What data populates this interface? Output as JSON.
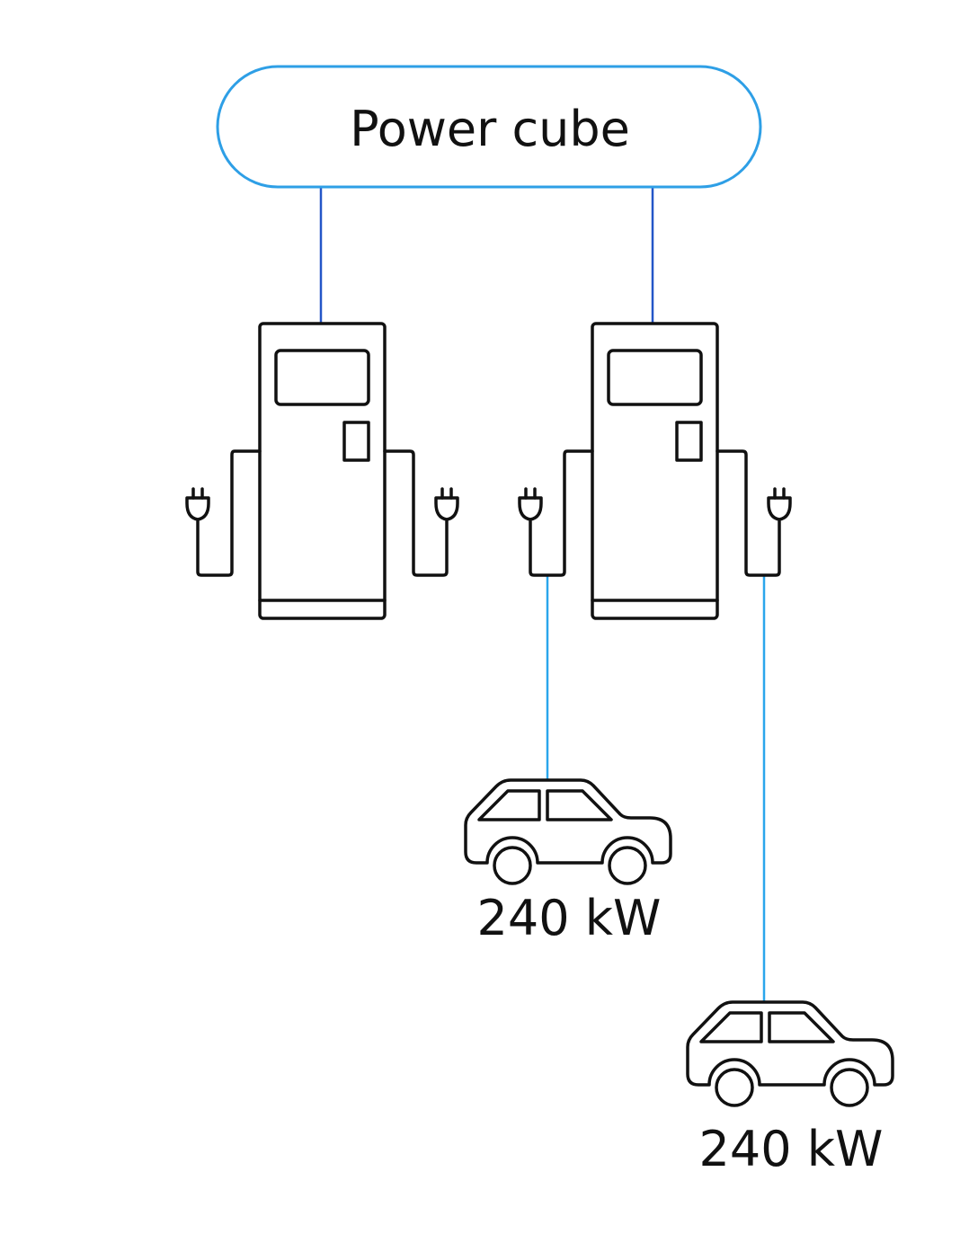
{
  "hub": {
    "label": "Power cube"
  },
  "cars": [
    {
      "power_label": "240 kW"
    },
    {
      "power_label": "240 kW"
    }
  ],
  "colors": {
    "hub_border": "#2e9fe6",
    "hub_link": "#2456c8",
    "car_link": "#2aa6ec",
    "outline": "#111111"
  }
}
